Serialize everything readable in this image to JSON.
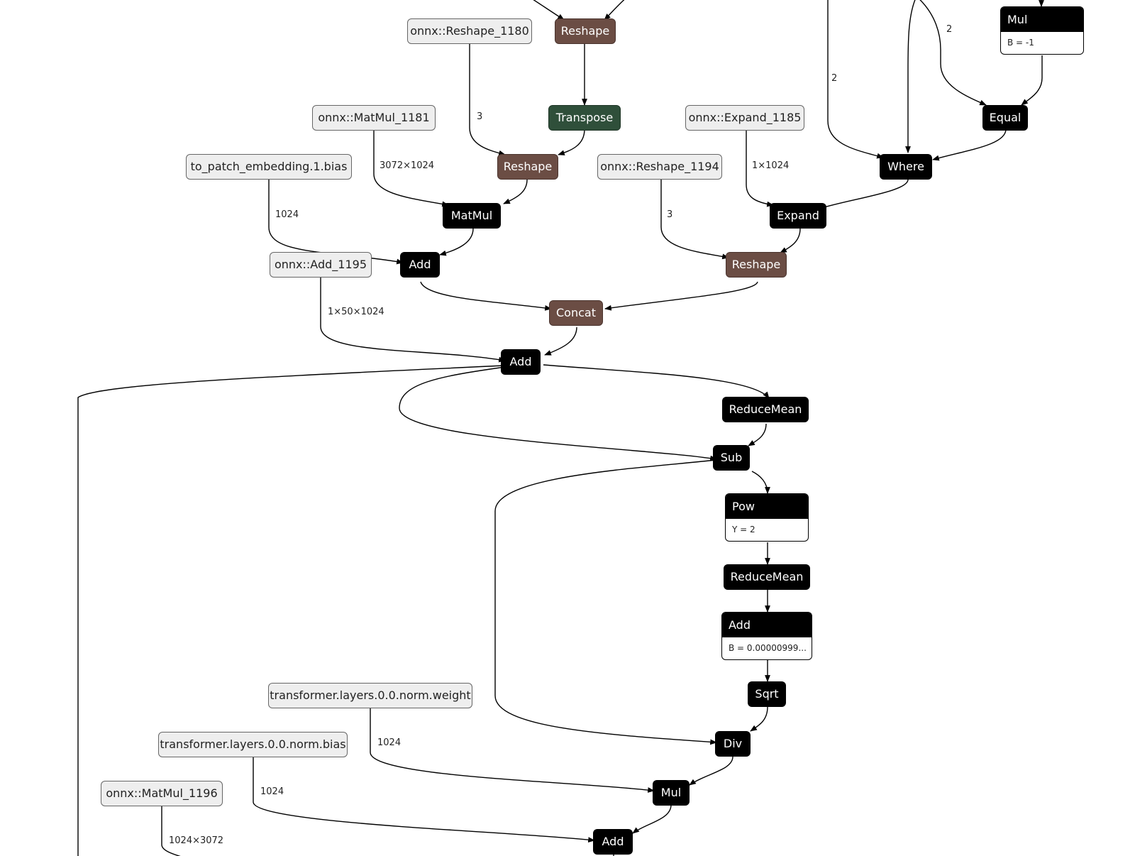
{
  "graph": {
    "nodes": {
      "reshape_top": "Reshape",
      "transpose": "Transpose",
      "reshape_mid": "Reshape",
      "matmul": "MatMul",
      "add_1": "Add",
      "concat": "Concat",
      "add_2": "Add",
      "reshape_right": "Reshape",
      "expand": "Expand",
      "where": "Where",
      "equal": "Equal",
      "reducemean_1": "ReduceMean",
      "sub": "Sub",
      "reducemean_2": "ReduceMean",
      "sqrt": "Sqrt",
      "div": "Div",
      "mul_bottom": "Mul",
      "add_bottom": "Add"
    },
    "attr_nodes": {
      "mul_top": {
        "title": "Mul",
        "attr": "B = -1"
      },
      "pow": {
        "title": "Pow",
        "attr": "Y = 2"
      },
      "add_eps": {
        "title": "Add",
        "attr": "B = 0.00000999..."
      }
    },
    "initializers": {
      "reshape_1180": "onnx::Reshape_1180",
      "matmul_1181": "onnx::MatMul_1181",
      "patch_bias": "to_patch_embedding.1.bias",
      "add_1195": "onnx::Add_1195",
      "expand_1185": "onnx::Expand_1185",
      "reshape_1194": "onnx::Reshape_1194",
      "norm_weight": "transformer.layers.0.0.norm.weight",
      "norm_bias": "transformer.layers.0.0.norm.bias",
      "matmul_1196": "onnx::MatMul_1196"
    },
    "edge_labels": {
      "e_2a": "2",
      "e_2b": "2",
      "e_3a": "3",
      "e_3b": "3",
      "e_3072x1024": "3072×1024",
      "e_1x1024": "1×1024",
      "e_1024a": "1024",
      "e_1x50x1024": "1×50×1024",
      "e_1024b": "1024",
      "e_1024c": "1024",
      "e_1024x3072": "1024×3072"
    }
  }
}
